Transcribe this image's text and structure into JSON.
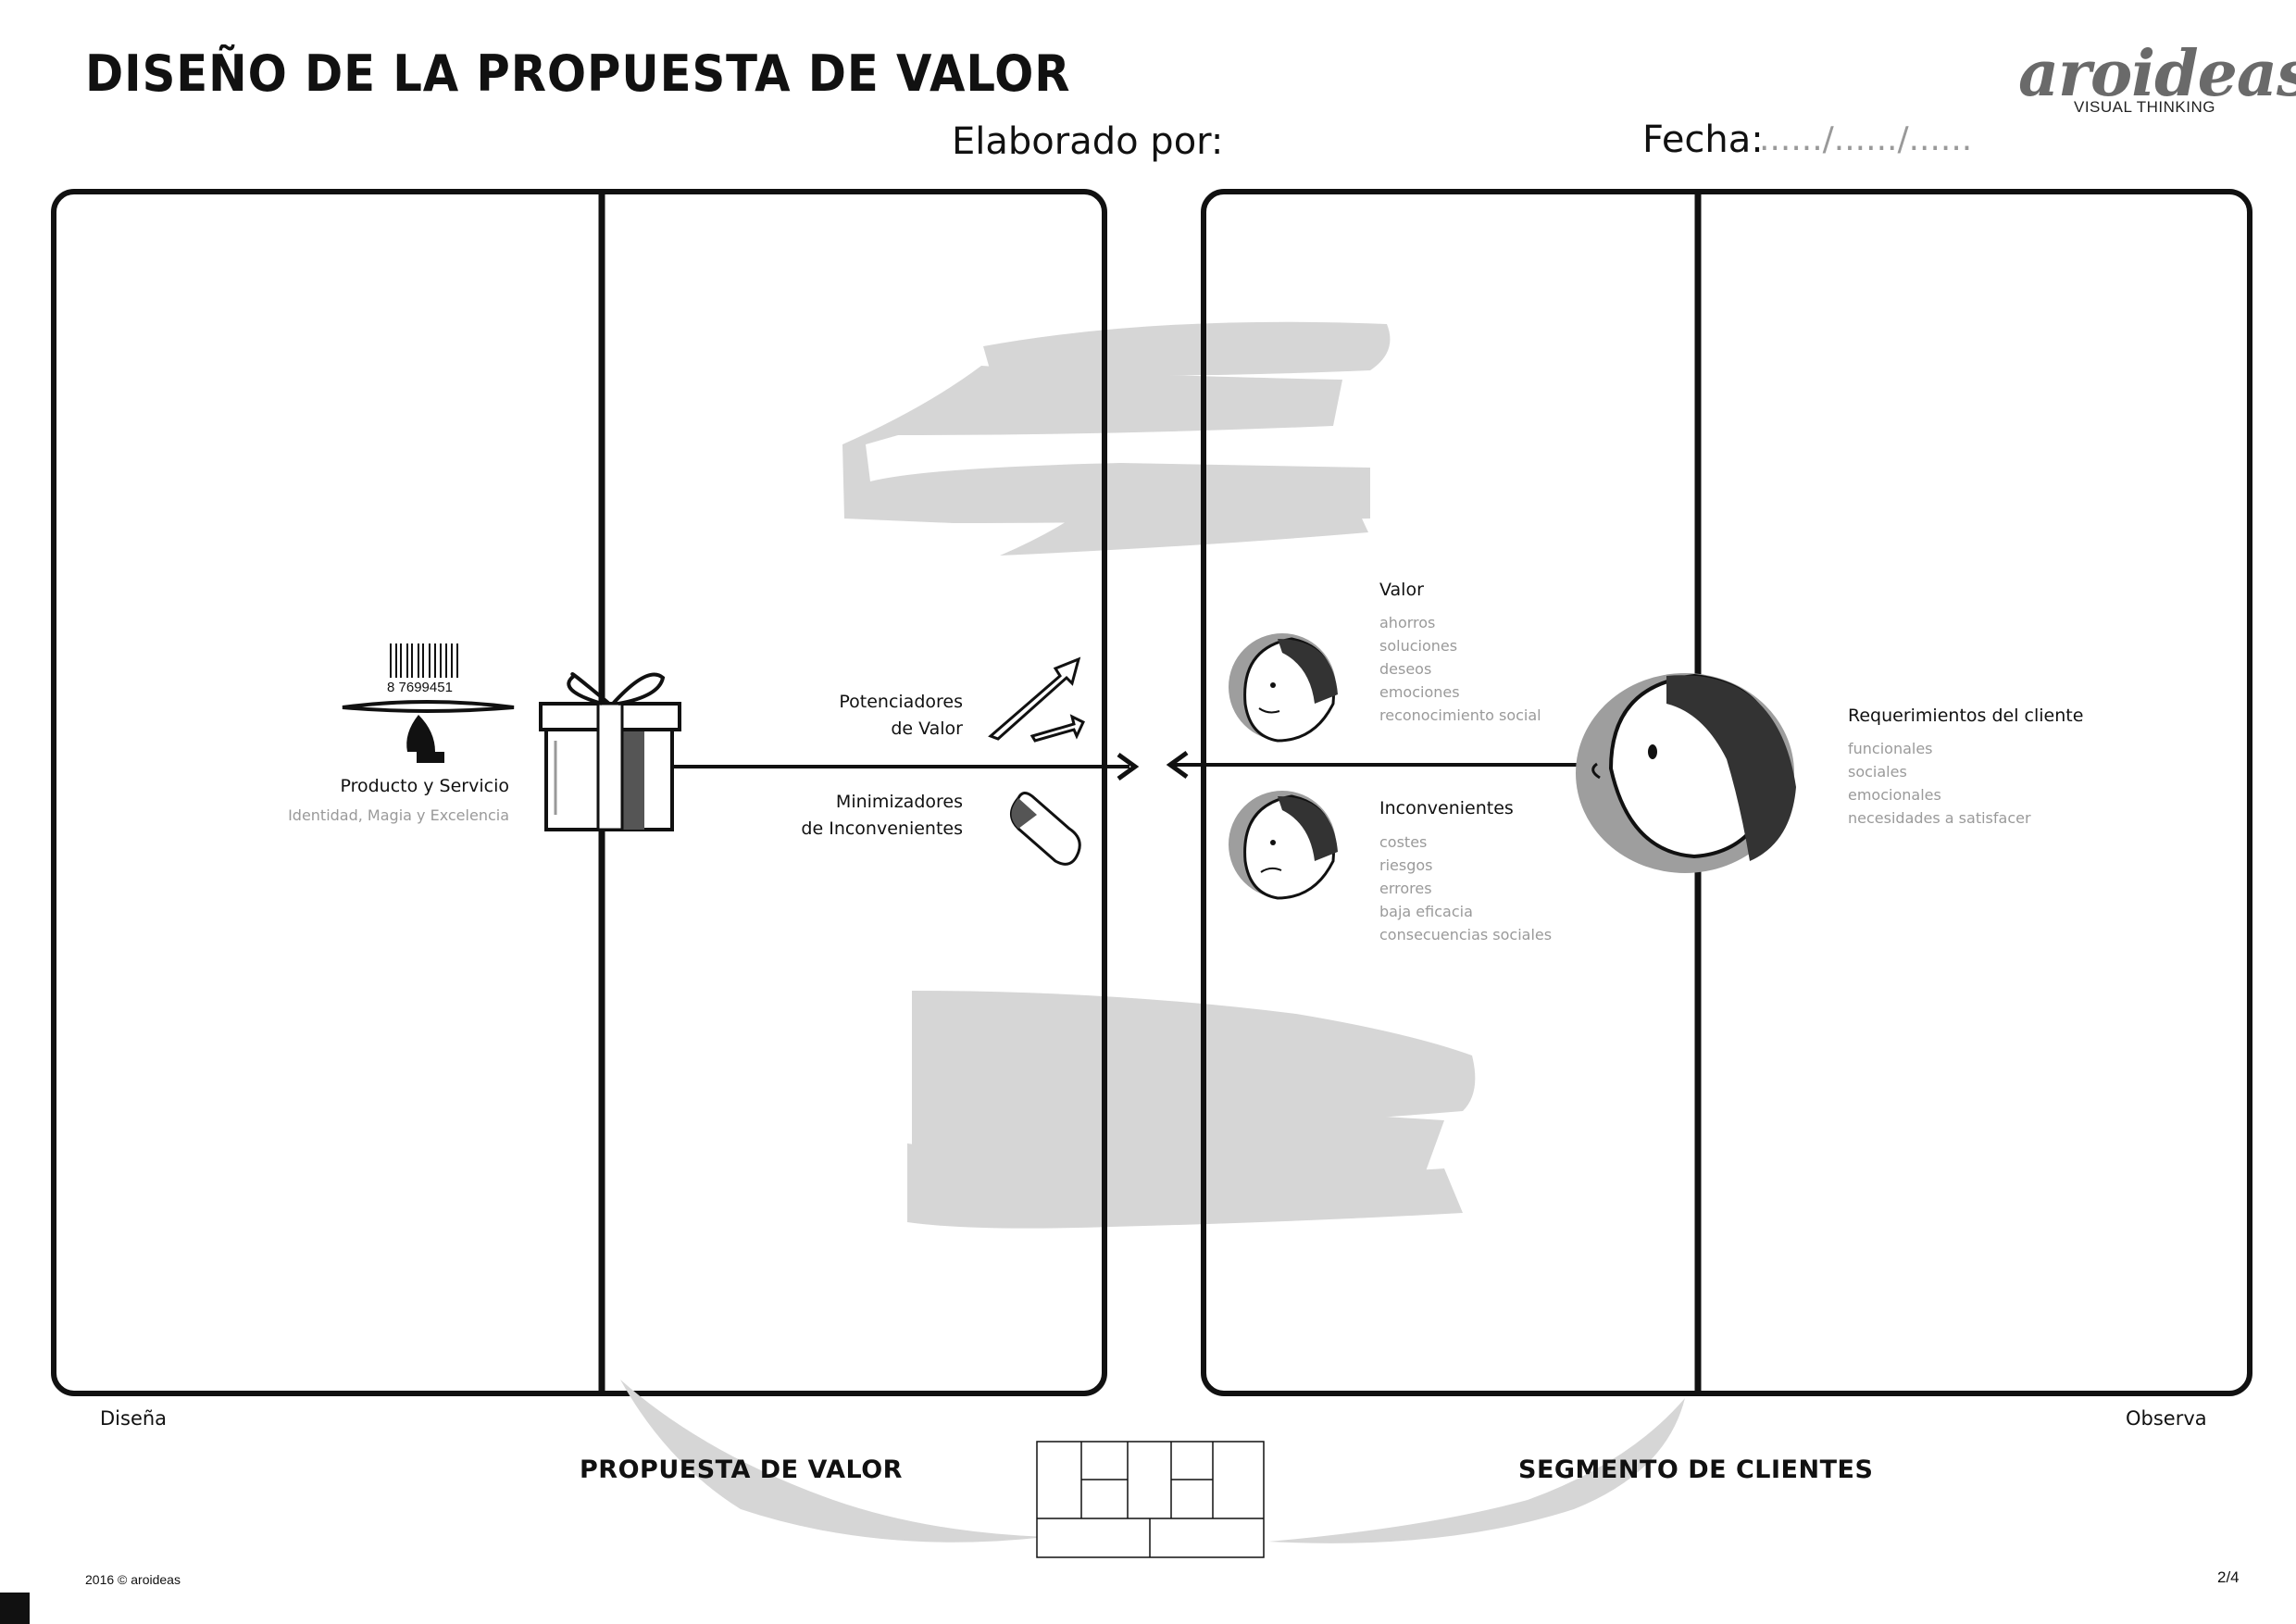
{
  "header": {
    "title": "DISEÑO DE LA PROPUESTA DE VALOR",
    "elaborado_label": "Elaborado por:",
    "fecha_label": "Fecha:",
    "fecha_placeholder": "....../....../......"
  },
  "logo": {
    "name": "aroideas",
    "tagline": "VISUAL THINKING"
  },
  "propuesta": {
    "producto_label": "Producto y Servicio",
    "producto_sub": "Identidad, Magia y Excelencia",
    "barcode_number": "8 7699451",
    "potenciadores": [
      "Potenciadores",
      "de Valor"
    ],
    "minimizadores": [
      "Minimizadores",
      "de Inconvenientes"
    ],
    "corner_label": "Diseña",
    "section_title": "PROPUESTA DE VALOR"
  },
  "segmento": {
    "valor_title": "Valor",
    "valor_items": [
      "ahorros",
      "soluciones",
      "deseos",
      "emociones",
      "reconocimiento social"
    ],
    "inconv_title": "Inconvenientes",
    "inconv_items": [
      "costes",
      "riesgos",
      "errores",
      "baja eficacia",
      "consecuencias sociales"
    ],
    "req_title": "Requerimientos del cliente",
    "req_items": [
      "funcionales",
      "sociales",
      "emocionales",
      "necesidades a satisfacer"
    ],
    "corner_label": "Observa",
    "section_title": "SEGMENTO DE CLIENTES"
  },
  "footer": {
    "copyright": "2016 © aroideas",
    "page": "2/4"
  },
  "colors": {
    "ink": "#111111",
    "scribble": "#d6d6d6",
    "muted_text": "#9a9a9a",
    "face_shadow": "#9e9e9e"
  }
}
